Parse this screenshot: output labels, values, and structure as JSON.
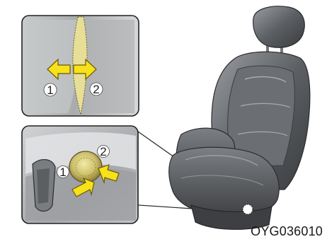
{
  "figure": {
    "code": "OYG036010",
    "top_inset": {
      "labels": [
        "1",
        "2"
      ],
      "arrow_icons": [
        "arrow-left-icon",
        "arrow-right-icon"
      ]
    },
    "bottom_inset": {
      "labels": [
        "1",
        "2"
      ],
      "arrow_icons": [
        "arrow-push-icon",
        "arrow-push-icon"
      ]
    },
    "colors": {
      "arrow_fill": "#f7e21a",
      "arrow_stroke": "#6b5a00",
      "inset_border": "#222222",
      "inset_bg": "#b9bbbd",
      "seat_dark": "#4a4c4f",
      "seat_light": "#8a8d91"
    }
  }
}
